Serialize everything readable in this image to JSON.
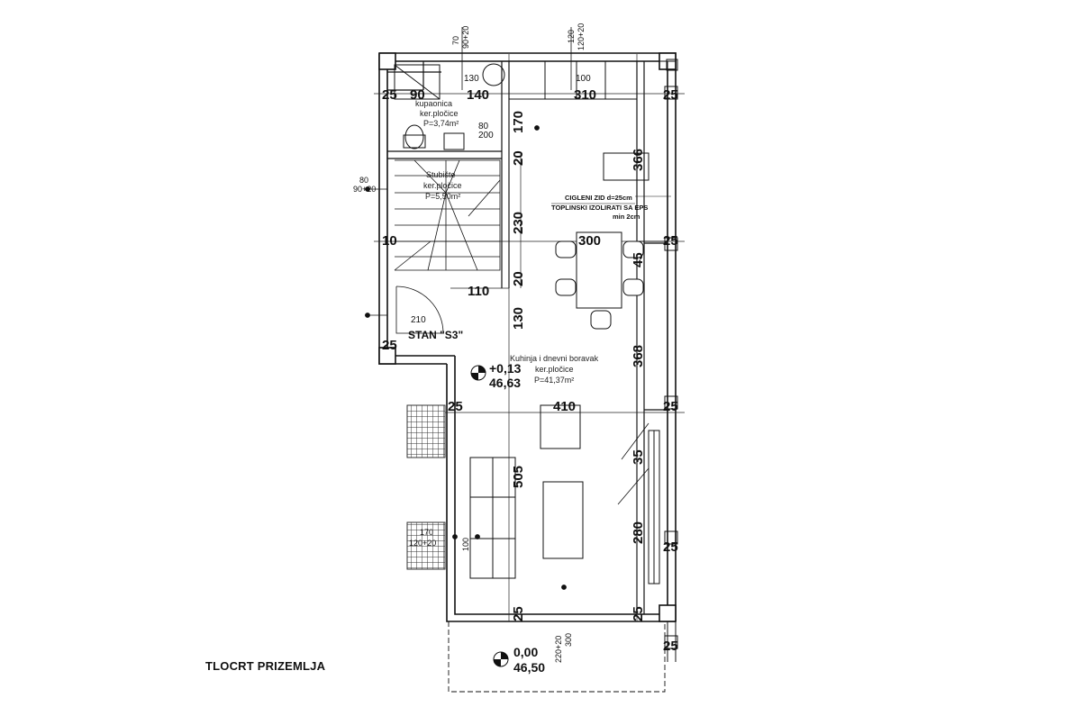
{
  "caption": "TLOCRT PRIZEMLJA",
  "apartment_label": "STAN \"S3\"",
  "rooms": {
    "bathroom": {
      "name": "kupaonica",
      "floor": "ker.pločice",
      "area": "P=3,74m²"
    },
    "stairs": {
      "name": "Stubište",
      "floor": "ker.pločice",
      "area": "P=5,50m²"
    },
    "living": {
      "name": "Kuhinja i dnevni boravak",
      "floor": "ker.pločice",
      "area": "P=41,37m²"
    }
  },
  "wall_note": {
    "line1": "CIGLENI ZID d=25cm",
    "line2": "TOPLINSKI IZOLIRATI SA EPS",
    "line3": "min 2cm"
  },
  "levels": {
    "interior": {
      "relative": "+0,13",
      "absolute": "46,63"
    },
    "terrace": {
      "relative": "0,00",
      "absolute": "46,50"
    }
  },
  "dimensions": {
    "d25a": "25",
    "d90": "90",
    "d140": "140",
    "d130top": "130",
    "d310": "310",
    "d100": "100",
    "d170": "170",
    "d80a": "80",
    "d200": "200",
    "d366": "366",
    "d20a": "20",
    "d230": "230",
    "d80b": "80",
    "d90p20b": "90+20",
    "d10": "10",
    "d300": "300",
    "d25b": "25",
    "d45": "45",
    "d110": "110",
    "d20b": "20",
    "d210": "210",
    "d130mid": "130",
    "d368": "368",
    "d410": "410",
    "d25c": "25",
    "d25d": "25",
    "d35": "35",
    "d505": "505",
    "d280": "280",
    "d170b": "170",
    "d120p20b": "120+20",
    "d100b": "100",
    "d25e": "25",
    "d25f": "25",
    "d220p20": "220+20",
    "d300b": "300",
    "d70": "70",
    "d90p20": "90+20",
    "d120": "120",
    "d120p20": "120+20",
    "d25g": "25",
    "d25h": "25",
    "d25i": "25",
    "d25j": "25"
  }
}
